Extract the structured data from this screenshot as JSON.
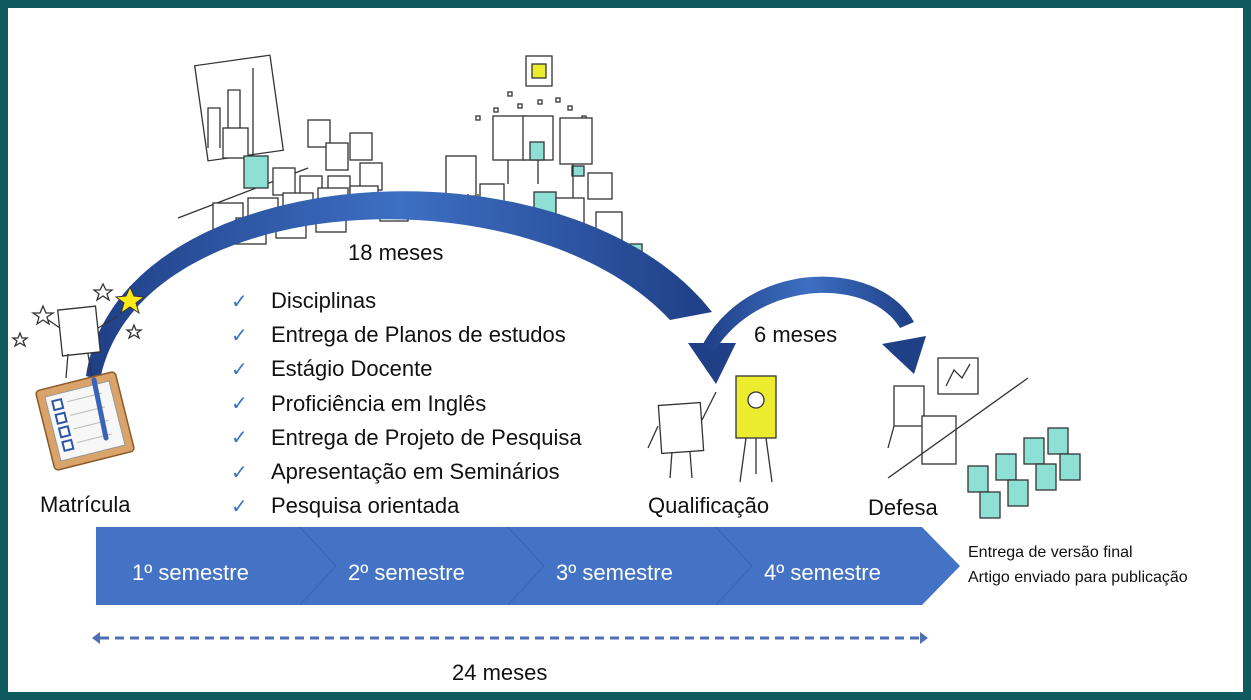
{
  "durations": {
    "long_arc": "18 meses",
    "short_arc": "6 meses",
    "total": "24 meses"
  },
  "checklist": [
    "Disciplinas",
    "Entrega de Planos de estudos",
    "Estágio Docente",
    "Proficiência em Inglês",
    "Entrega de Projeto de Pesquisa",
    "Apresentação em Seminários",
    "Pesquisa orientada"
  ],
  "check_glyph": "✓",
  "milestones": {
    "start": "Matrícula",
    "qualification": "Qualificação",
    "defense": "Defesa"
  },
  "semesters": [
    "1º semestre",
    "2º semestre",
    "3º semestre",
    "4º semestre"
  ],
  "final_notes": [
    "Entrega de versão final",
    "Artigo enviado para publicação"
  ],
  "colors": {
    "frame": "#0e5a5c",
    "timeline_blue": "#4472c4",
    "arc_dark": "#1f3f86",
    "arc_light": "#3d6fc2",
    "dash": "#4e6fb5",
    "check": "#3a74c4",
    "teal_accent": "#8ee0d4",
    "bulb_yellow": "#ecec2f"
  },
  "icons": [
    "clipboard-icon",
    "star-icon",
    "classroom-sketch",
    "team-sketch",
    "presenter-easel-sketch",
    "defense-room-sketch"
  ]
}
